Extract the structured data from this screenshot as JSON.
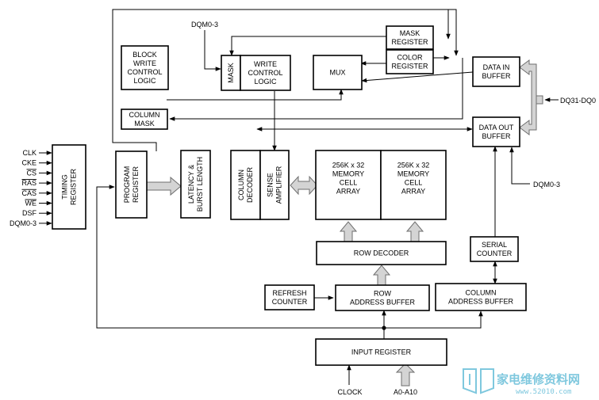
{
  "blocks": {
    "block_write": [
      "BLOCK",
      "WRITE",
      "CONTROL",
      "LOGIC"
    ],
    "mask": "MASK",
    "write_control": [
      "WRITE",
      "CONTROL",
      "LOGIC"
    ],
    "mux": "MUX",
    "mask_register": [
      "MASK",
      "REGISTER"
    ],
    "color_register": [
      "COLOR",
      "REGISTER"
    ],
    "data_in": [
      "DATA IN",
      "BUFFER"
    ],
    "data_out": [
      "DATA OUT",
      "BUFFER"
    ],
    "column_mask": [
      "COLUMN",
      "MASK"
    ],
    "timing_register": [
      "TIMING",
      "REGISTER"
    ],
    "program_register": [
      "PROGRAM",
      "REGISTER"
    ],
    "latency": [
      "LATENCY &",
      "BURST LENGTH"
    ],
    "column_decoder": [
      "COLUMN",
      "DECODER"
    ],
    "sense_amplifier": [
      "SENSE",
      "AMPLIFIER"
    ],
    "array1": [
      "256K x 32",
      "MEMORY",
      "CELL",
      "ARRAY"
    ],
    "array2": [
      "256K x 32",
      "MEMORY",
      "CELL",
      "ARRAY"
    ],
    "row_decoder": "ROW DECODER",
    "serial_counter": [
      "SERIAL",
      "COUNTER"
    ],
    "refresh_counter": [
      "REFRESH",
      "COUNTER"
    ],
    "row_address_buffer": [
      "ROW",
      "ADDRESS BUFFER"
    ],
    "column_address_buffer": [
      "COLUMN",
      "ADDRESS BUFFER"
    ],
    "input_register": "INPUT REGISTER"
  },
  "signals": {
    "left_inputs": [
      "CLK",
      "CKE",
      "CS",
      "RAS",
      "CAS",
      "WE",
      "DSF",
      "DQM0-3"
    ],
    "overlined": [
      "CS",
      "RAS",
      "CAS",
      "WE"
    ],
    "dqm_top": "DQM0-3",
    "dqm_right": "DQM0-3",
    "dq_bus": "DQ31-DQ0",
    "clock": "CLOCK",
    "address": "A0-A10"
  },
  "watermark": {
    "text": "家电维修资料网",
    "url": "www.52010.com"
  }
}
